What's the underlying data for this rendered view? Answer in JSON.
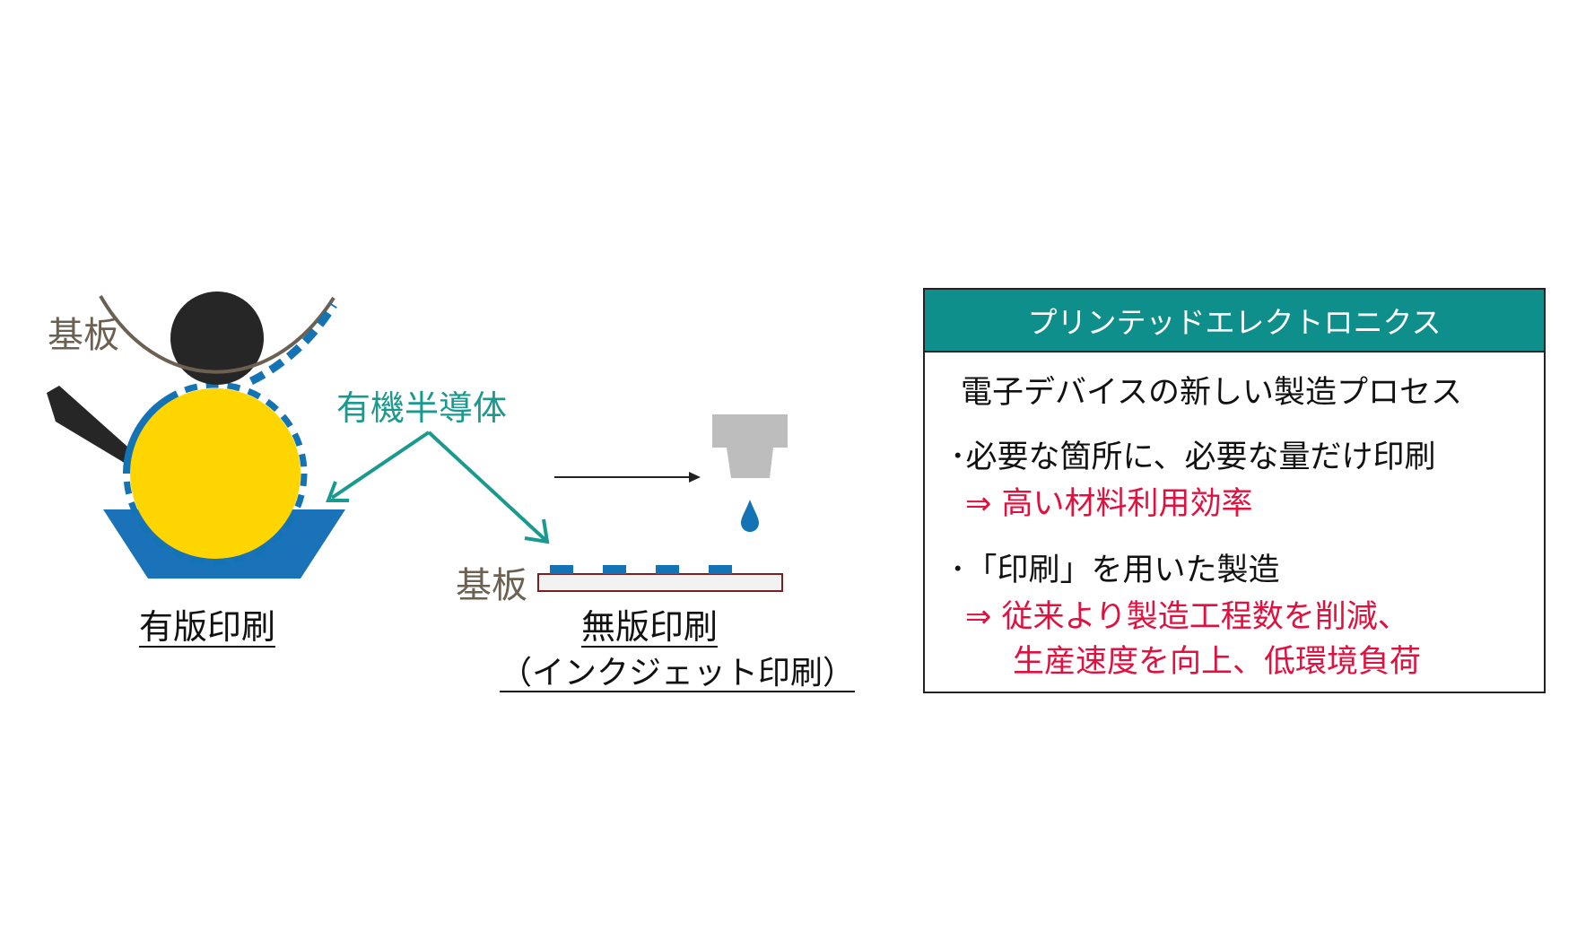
{
  "colors": {
    "substrate_text": "#6b6051",
    "semiconductor": "#1a9a8f",
    "ink_blue": "#1373b5",
    "ink_tray": "#1a73b8",
    "roller_yellow": "#ffd500",
    "roller_black": "#262626",
    "nozzle_gray": "#bdbdbd",
    "substrate_strip_border": "#7a2020",
    "header_teal": "#0f8f8b",
    "accent_red": "#e0103f"
  },
  "labels": {
    "substrate_left": "基板",
    "substrate_right": "基板",
    "organic_semiconductor": "有機半導体",
    "plate_printing": "有版印刷",
    "plateless_printing": "無版印刷",
    "inkjet_printing": "（インクジェット印刷）"
  },
  "info_box": {
    "title": "プリンテッドエレクトロニクス",
    "lead": "電子デバイスの新しい製造プロセス",
    "point1": "･必要な箇所に、必要な量だけ印刷",
    "point1_result": "⇒ 高い材料利用効率",
    "point2": "･「印刷」を用いた製造",
    "point2_result_line1": "⇒ 従来より製造工程数を削減、",
    "point2_result_line2": "生産速度を向上、低環境負荷"
  }
}
